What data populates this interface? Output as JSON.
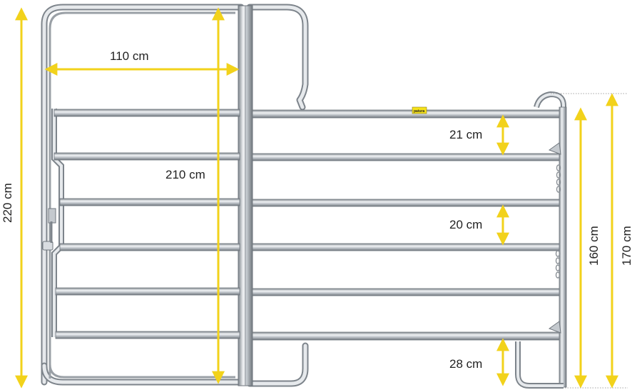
{
  "dimensions": {
    "gate_width": "110 cm",
    "total_height": "220 cm",
    "inner_height": "210 cm",
    "rail_gap_top": "21 cm",
    "rail_gap_middle": "20 cm",
    "bottom_clearance": "28 cm",
    "panel_height_inner": "160 cm",
    "panel_height_outer": "170 cm"
  },
  "brand_tag": "patura",
  "colors": {
    "dimension_line": "#f2d21b",
    "steel_light": "#e9ecef",
    "steel_mid": "#b9bfc5",
    "steel_dark": "#7d848b",
    "tag_yellow": "#f6e21a"
  },
  "icons": {
    "gate_latch": "latch-icon",
    "chain": "chain-icon",
    "hinge": "hinge-icon"
  }
}
